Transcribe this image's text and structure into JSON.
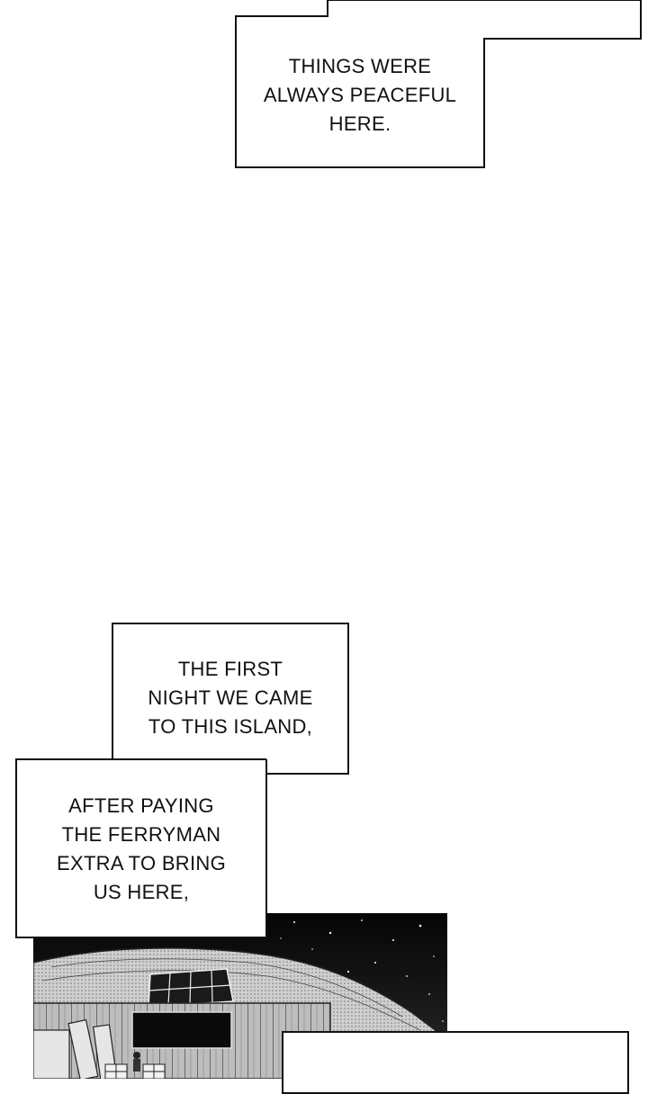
{
  "captions": {
    "peaceful": "THINGS WERE\nALWAYS PEACEFUL\nHERE.",
    "first_night": "THE FIRST\nNIGHT WE CAME\nTO THIS ISLAND,",
    "ferryman": "AFTER PAYING\nTHE FERRYMAN\nEXTRA TO BRING\nUS HERE,"
  },
  "colors": {
    "ink": "#111111",
    "paper": "#ffffff",
    "night_sky": "#0b0b0b"
  }
}
